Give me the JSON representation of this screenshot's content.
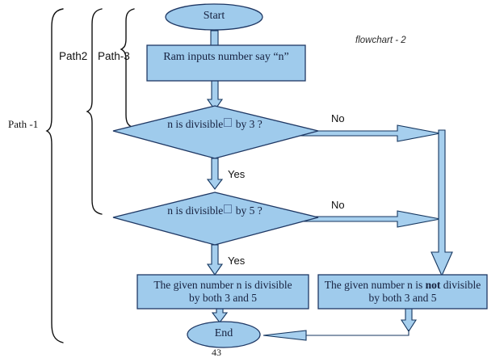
{
  "caption": "flowchart - 2",
  "page_number": "43",
  "colors": {
    "shape_fill": "#9fcbec",
    "shape_stroke": "#1f3864",
    "connector_fill": "#a6cfee",
    "connector_stroke": "#15365f",
    "text": "#16213f",
    "brace_stroke": "#111111",
    "background": "#ffffff"
  },
  "nodes": [
    {
      "id": "start",
      "type": "terminator",
      "label": "Start"
    },
    {
      "id": "input",
      "type": "process",
      "label": "Ram inputs number say “n”"
    },
    {
      "id": "decision3",
      "type": "decision",
      "label_before": "n is divisible",
      "label_after": " by 3 ?"
    },
    {
      "id": "decision5",
      "type": "decision",
      "label_before": "n is divisible",
      "label_after": " by 5 ?"
    },
    {
      "id": "result_yes",
      "type": "process",
      "line1": "The given number n is divisible",
      "line2": "by both 3 and 5"
    },
    {
      "id": "result_no",
      "type": "process",
      "line1_a": "The given number n is ",
      "line1_bold": "not",
      "line1_b": " divisible",
      "line2": "by both 3 and 5"
    },
    {
      "id": "end",
      "type": "terminator",
      "label": "End"
    }
  ],
  "edge_labels": [
    {
      "id": "d3-no",
      "text": "No"
    },
    {
      "id": "d3-yes",
      "text": "Yes"
    },
    {
      "id": "d5-no",
      "text": "No"
    },
    {
      "id": "d5-yes",
      "text": "Yes"
    }
  ],
  "path_braces": [
    {
      "id": "path-1",
      "label": "Path -1"
    },
    {
      "id": "path-2",
      "label": "Path2"
    },
    {
      "id": "path-3",
      "label": "Path-3"
    }
  ]
}
